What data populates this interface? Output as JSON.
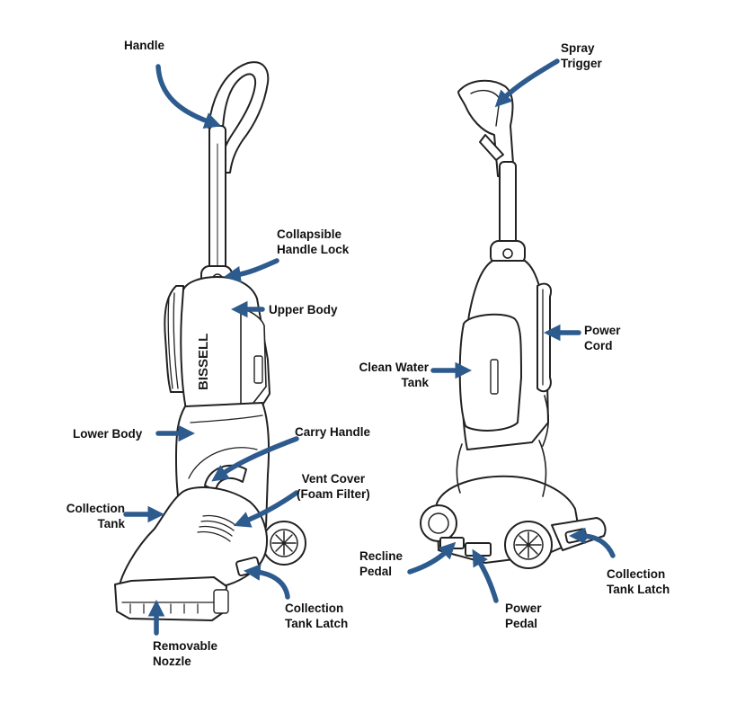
{
  "brand_text": "BISSELL",
  "colors": {
    "arrow": "#2d5b8e",
    "line": "#222222",
    "background": "#ffffff"
  },
  "labels": {
    "handle": [
      "Handle"
    ],
    "collapsible_handle_lock": [
      "Collapsible",
      "Handle Lock"
    ],
    "upper_body": [
      "Upper Body"
    ],
    "lower_body": [
      "Lower Body"
    ],
    "carry_handle": [
      "Carry Handle"
    ],
    "vent_cover": [
      "Vent Cover",
      "(Foam Filter)"
    ],
    "collection_tank": [
      "Collection",
      "Tank"
    ],
    "collection_tank_latch_left": [
      "Collection",
      "Tank Latch"
    ],
    "removable_nozzle": [
      "Removable",
      "Nozzle"
    ],
    "spray_trigger": [
      "Spray",
      "Trigger"
    ],
    "power_cord": [
      "Power",
      "Cord"
    ],
    "clean_water_tank": [
      "Clean Water",
      "Tank"
    ],
    "recline_pedal": [
      "Recline",
      "Pedal"
    ],
    "power_pedal": [
      "Power",
      "Pedal"
    ],
    "collection_tank_latch_right": [
      "Collection",
      "Tank Latch"
    ]
  }
}
